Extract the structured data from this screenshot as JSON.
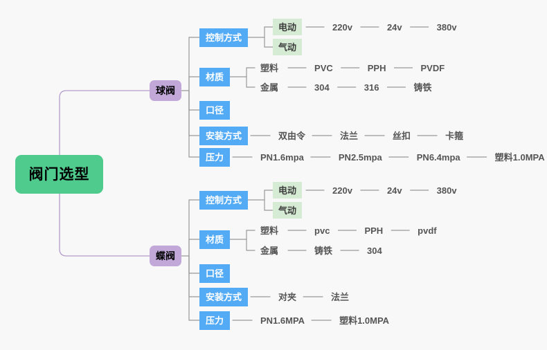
{
  "diagram": {
    "type": "mind-map",
    "background_color": "#f8f8f8",
    "colors": {
      "root": "#4ecb8d",
      "branch": "#c1a8d9",
      "category": "#54abf5",
      "sub": "#d6ebd4",
      "leaf_text": "#555555",
      "root_link": "#b39ccb",
      "link": "#999999"
    },
    "root": {
      "label": "阀门选型"
    },
    "branches": [
      {
        "label": "球阀",
        "categories": [
          {
            "label": "控制方式",
            "subs": [
              {
                "label": "电动",
                "leaves": [
                  "220v",
                  "24v",
                  "380v"
                ]
              },
              {
                "label": "气动",
                "leaves": []
              }
            ]
          },
          {
            "label": "材质",
            "subs": [
              {
                "label": "塑料",
                "leaves": [
                  "PVC",
                  "PPH",
                  "PVDF"
                ]
              },
              {
                "label": "金属",
                "leaves": [
                  "304",
                  "316",
                  "铸铁"
                ]
              }
            ]
          },
          {
            "label": "口径",
            "subs": []
          },
          {
            "label": "安装方式",
            "leaves": [
              "双由令",
              "法兰",
              "丝扣",
              "卡箍"
            ]
          },
          {
            "label": "压力",
            "leaves": [
              "PN1.6mpa",
              "PN2.5mpa",
              "PN6.4mpa",
              "塑料1.0MPA"
            ]
          }
        ]
      },
      {
        "label": "蝶阀",
        "categories": [
          {
            "label": "控制方式",
            "subs": [
              {
                "label": "电动",
                "leaves": [
                  "220v",
                  "24v",
                  "380v"
                ]
              },
              {
                "label": "气动",
                "leaves": []
              }
            ]
          },
          {
            "label": "材质",
            "subs": [
              {
                "label": "塑料",
                "leaves": [
                  "pvc",
                  "PPH",
                  "pvdf"
                ]
              },
              {
                "label": "金属",
                "leaves": [
                  "铸铁",
                  "304"
                ]
              }
            ]
          },
          {
            "label": "口径",
            "subs": []
          },
          {
            "label": "安装方式",
            "leaves": [
              "对夹",
              "法兰"
            ]
          },
          {
            "label": "压力",
            "leaves": [
              "PN1.6MPA",
              "塑料1.0MPA"
            ]
          }
        ]
      }
    ]
  }
}
